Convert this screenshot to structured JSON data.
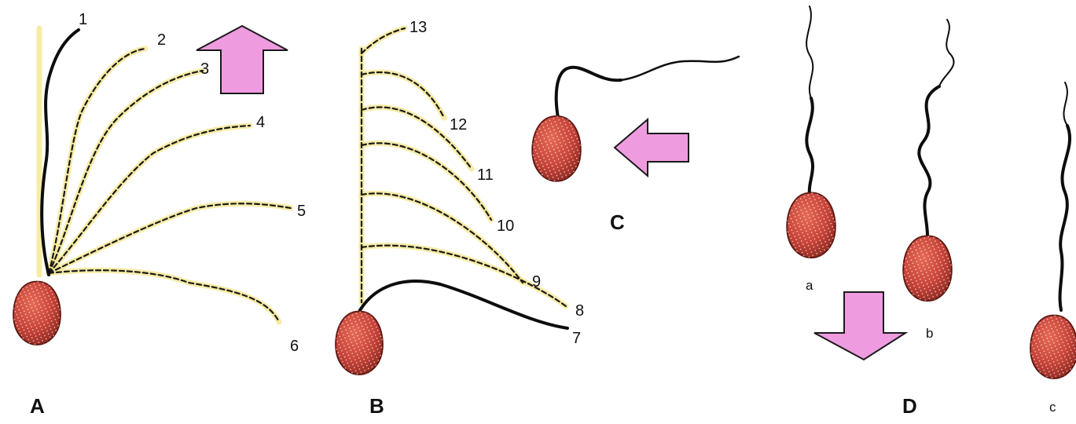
{
  "figure": {
    "colors": {
      "cell_body": "#c8443a",
      "flagellum": "#0d0d0d",
      "trace_glow": "#f4e58a",
      "arrow": "#ee9be0"
    },
    "panels": {
      "A": {
        "label": "A",
        "stroke_numbers": [
          "1",
          "2",
          "3",
          "4",
          "5",
          "6"
        ],
        "arrow_direction": "up"
      },
      "B": {
        "label": "B",
        "stroke_numbers": [
          "7",
          "8",
          "9",
          "10",
          "11",
          "12",
          "13"
        ]
      },
      "C": {
        "label": "C",
        "arrow_direction": "left"
      },
      "D": {
        "label": "D",
        "cell_labels": [
          "a",
          "b",
          "c"
        ],
        "arrow_direction": "down"
      }
    }
  }
}
